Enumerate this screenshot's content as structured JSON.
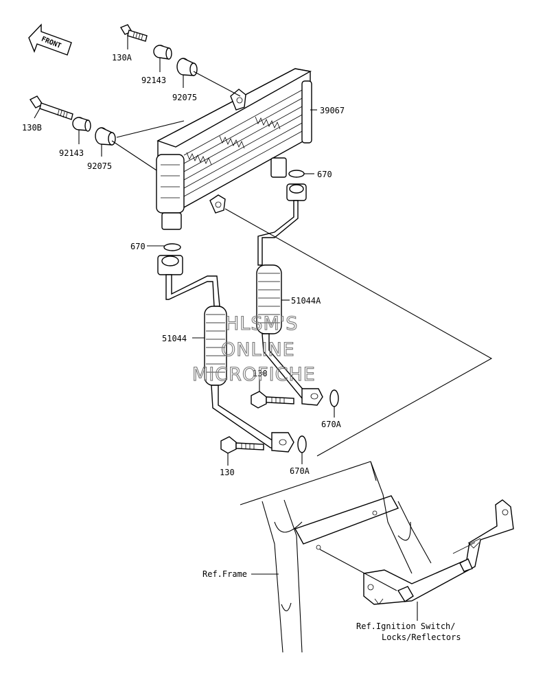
{
  "front_arrow": {
    "label": "FRONT"
  },
  "watermark": {
    "line1": "HLSM'S",
    "line2": "ONLINE",
    "line3": "MICROFICHE"
  },
  "labels": {
    "bolt_130A": "130A",
    "collar_92143_top": "92143",
    "grommet_92075_top": "92075",
    "bolt_130B": "130B",
    "collar_92143_left": "92143",
    "grommet_92075_left": "92075",
    "oil_cooler_39067": "39067",
    "oring_670_right": "670",
    "oring_670_left": "670",
    "hose_51044A": "51044A",
    "hose_51044": "51044",
    "bolt_130_upper": "130",
    "oring_670A_upper": "670A",
    "bolt_130_lower": "130",
    "oring_670A_lower": "670A",
    "ref_frame": "Ref.Frame",
    "ref_ignition_line1": "Ref.Ignition Switch/",
    "ref_ignition_line2": "Locks/Reflectors"
  }
}
